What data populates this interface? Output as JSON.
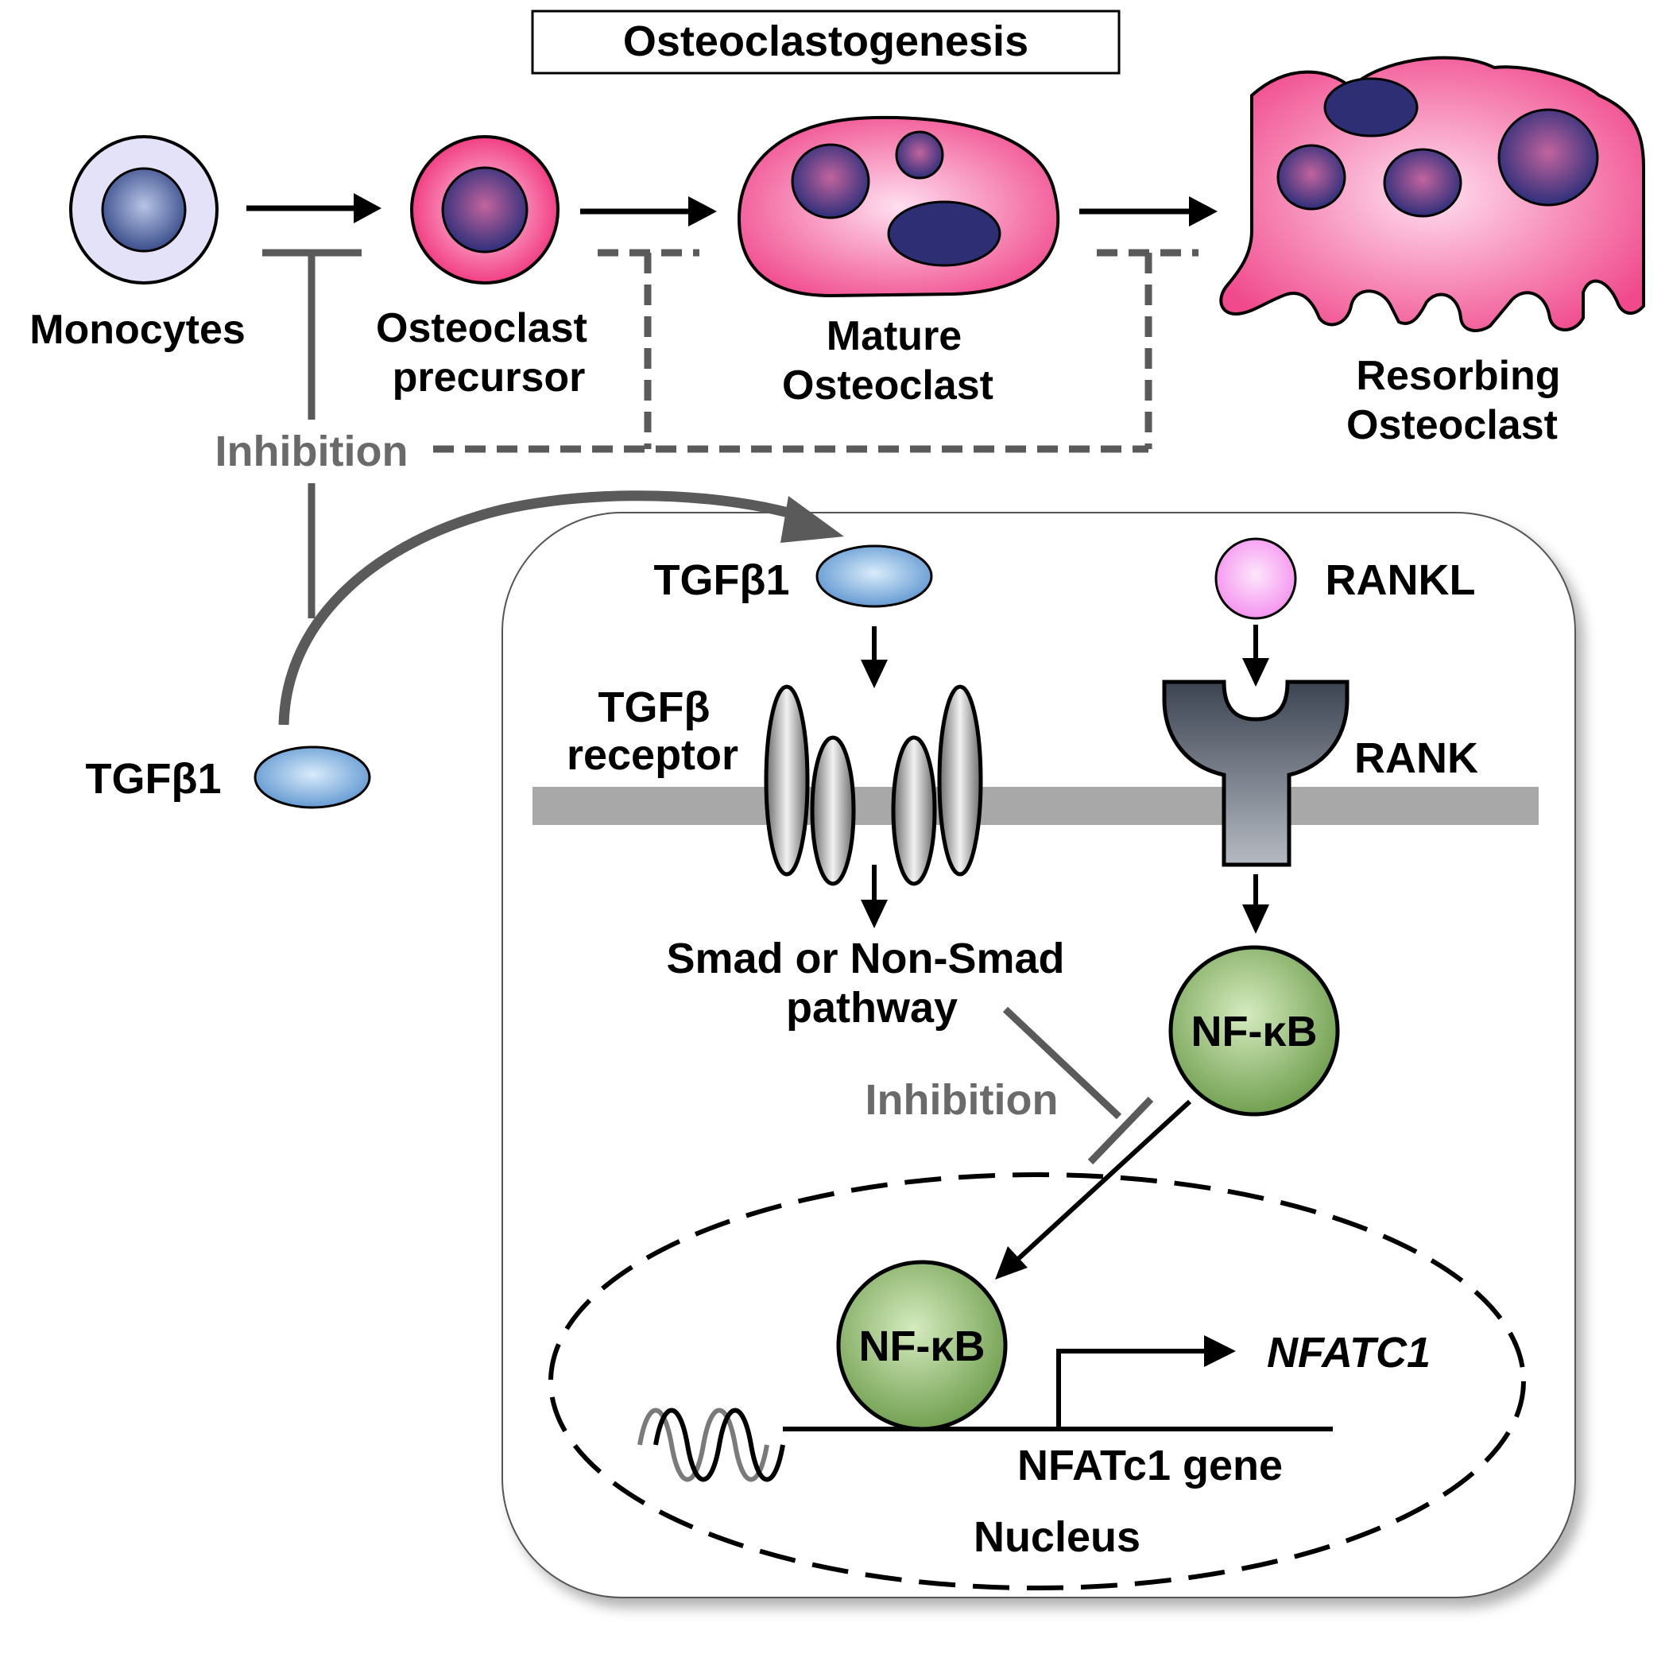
{
  "title": "Osteoclastogenesis",
  "stages": {
    "monocytes": "Monocytes",
    "precursor_line1": "Osteoclast",
    "precursor_line2": "precursor",
    "mature_line1": "Mature",
    "mature_line2": "Osteoclast",
    "resorbing_line1": "Resorbing",
    "resorbing_line2": "Osteoclast"
  },
  "inhibition_top": "Inhibition",
  "tgfb1_outside": "TGFβ1",
  "cell": {
    "tgfb1": "TGFβ1",
    "rankl": "RANKL",
    "tgfb_receptor_line1": "TGFβ",
    "tgfb_receptor_line2": "receptor",
    "rank": "RANK",
    "smad_line1": "Smad or Non-Smad",
    "smad_line2": "pathway",
    "nfkb_cytoplasm": "NF-κB",
    "inhibition_inner": "Inhibition",
    "nfkb_nucleus": "NF-κB",
    "nfatc1_output": "NFATC1",
    "nfatc1_gene": "NFATc1 gene",
    "nucleus": "Nucleus"
  },
  "colors": {
    "monocyte_membrane": "#e4e2f8",
    "precursor_pink": "#f0307a",
    "osteoclast_pink": "#f5589a",
    "nucleus_dark": "#3a3a86",
    "tgfb_blue": "#6a9ed3",
    "rankl_pink": "#f59af0",
    "nfkb_green": "#7ca65a",
    "inhibition_gray": "#5a5a5a",
    "membrane_gray": "#a8a8a8",
    "rank_slate": "#4a5260"
  }
}
